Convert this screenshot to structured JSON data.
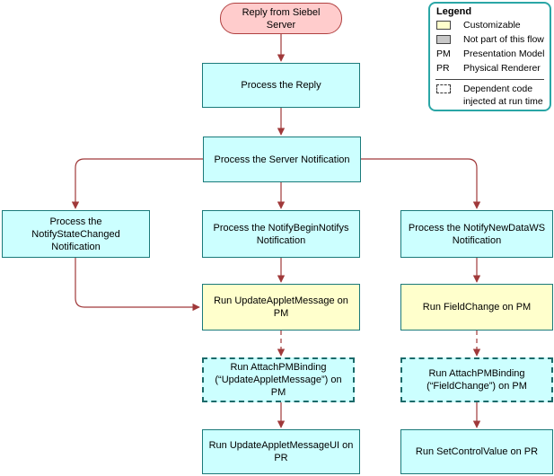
{
  "nodes": {
    "start": "Reply from Siebel Server",
    "process_reply": "Process the Reply",
    "process_server_notification": "Process the Server Notification",
    "notify_state_changed": "Process the\nNotifyStateChanged Notification",
    "notify_begin_notifys": "Process the NotifyBeginNotifys\nNotification",
    "notify_new_data_ws": "Process the  NotifyNewDataWS\nNotification",
    "run_update_applet_message": "Run UpdateAppletMessage on\nPM",
    "run_field_change": "Run FieldChange on PM",
    "attach_pm_binding_update": "Run AttachPMBinding\n(“UpdateAppletMessage”) on PM",
    "attach_pm_binding_field": "Run AttachPMBinding\n(“FieldChange”) on PM",
    "run_update_applet_message_ui": "Run UpdateAppletMessageUI on\nPR",
    "run_set_control_value": "Run SetControlValue on PR"
  },
  "legend": {
    "title": "Legend",
    "customizable": "Customizable",
    "not_part": "Not part of this flow",
    "pm_abbr": "PM",
    "pm_label": "Presentation Model",
    "pr_abbr": "PR",
    "pr_label": "Physical Renderer",
    "dependent_code": "Dependent code",
    "injected": "injected at run time"
  },
  "colors": {
    "customizable": "#ffffcc",
    "not_part": "#c8c8c8",
    "process_box": "#ccffff",
    "start_node": "#ffcccc",
    "arrow": "#a0393a",
    "legend_border": "#2aa6a6"
  }
}
